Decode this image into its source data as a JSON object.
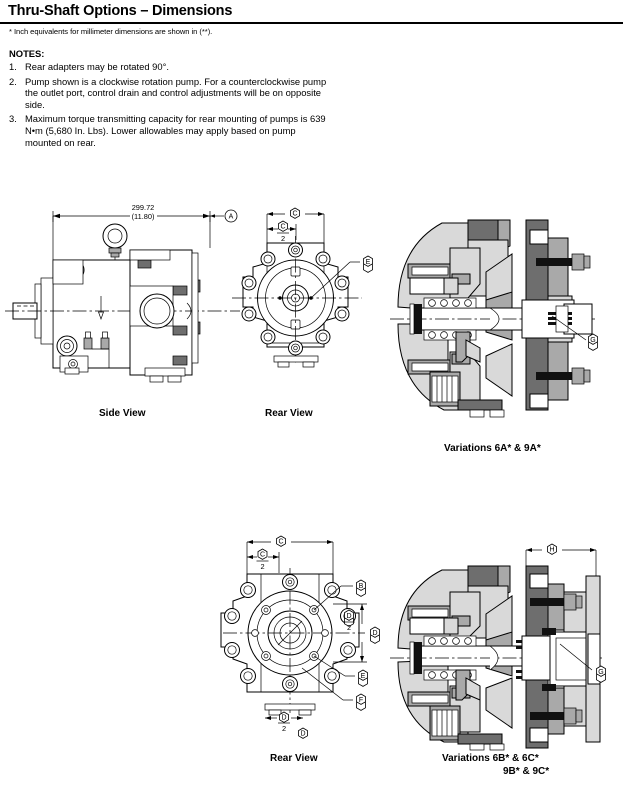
{
  "document": {
    "title": "Thru-Shaft Options – Dimensions",
    "footnote": "* Inch equivalents for millimeter dimensions are shown in (**).",
    "notes_heading": "NOTES:",
    "notes": [
      {
        "num": "1.",
        "text": "Rear adapters may be rotated 90°."
      },
      {
        "num": "2.",
        "text": "Pump shown is a clockwise rotation pump. For a counterclockwise pump the outlet port, control drain and control adjustments will be on opposite side."
      },
      {
        "num": "3.",
        "text": "Maximum torque transmitting capacity for rear mounting of pumps is 639 N•m (5,680 In. Lbs). Lower allowables may apply based on pump mounted on rear."
      }
    ]
  },
  "figures": {
    "side_view": {
      "caption": "Side View",
      "dimension_value_mm": "299.72",
      "dimension_value_in": "(11.80)",
      "callouts": [
        "A"
      ]
    },
    "rear_view_1": {
      "caption": "Rear View",
      "callouts": [
        "C",
        "C",
        "2",
        "E"
      ]
    },
    "section_1": {
      "caption": "Variations 6A* & 9A*",
      "callouts": [
        "G"
      ]
    },
    "rear_view_2": {
      "caption": "Rear View",
      "callouts": [
        "C",
        "C",
        "2",
        "B",
        "D",
        "D",
        "2",
        "D",
        "D",
        "2",
        "D",
        "E",
        "F"
      ]
    },
    "section_2": {
      "caption_line1": "Variations 6B* & 6C*",
      "caption_line2": "9B* & 9C*",
      "callouts": [
        "H",
        "G"
      ]
    }
  },
  "callout_labels": {
    "A": "A",
    "B": "B",
    "C": "C",
    "D": "D",
    "E": "E",
    "F": "F",
    "G": "G",
    "H": "H",
    "two": "2"
  },
  "colors": {
    "ink": "#000000",
    "light_gray": "#d9d9d9",
    "mid_gray": "#a9a9a9",
    "dark_gray": "#6e6e6e",
    "paper": "#ffffff"
  }
}
